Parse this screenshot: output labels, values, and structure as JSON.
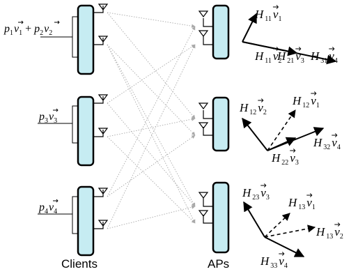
{
  "labels": {
    "clients": "Clients",
    "aps": "APs"
  },
  "client_inputs": [
    {
      "coeff_1": "p",
      "sub_1": "1",
      "vec_1": "v",
      "vsub_1": "1",
      "plus": "+",
      "coeff_2": "p",
      "sub_2": "2",
      "vec_2": "v",
      "vsub_2": "2"
    },
    {
      "coeff_1": "p",
      "sub_1": "3",
      "vec_1": "v",
      "vsub_1": "3"
    },
    {
      "coeff_1": "p",
      "sub_1": "4",
      "vec_1": "v",
      "vsub_1": "4"
    }
  ],
  "vector_labels": [
    {
      "h": "H",
      "hs": "11",
      "v": "v",
      "vs": "1"
    },
    {
      "h": "H",
      "hs": "11",
      "v": "v",
      "vs": "2"
    },
    {
      "h": "H",
      "hs": "21",
      "v": "v",
      "vs": "3"
    },
    {
      "h": "H",
      "hs": "31",
      "v": "v",
      "vs": "4"
    },
    {
      "h": "H",
      "hs": "12",
      "v": "v",
      "vs": "2"
    },
    {
      "h": "H",
      "hs": "12",
      "v": "v",
      "vs": "1"
    },
    {
      "h": "H",
      "hs": "22",
      "v": "v",
      "vs": "3"
    },
    {
      "h": "H",
      "hs": "32",
      "v": "v",
      "vs": "4"
    },
    {
      "h": "H",
      "hs": "23",
      "v": "v",
      "vs": "3"
    },
    {
      "h": "H",
      "hs": "13",
      "v": "v",
      "vs": "1"
    },
    {
      "h": "H",
      "hs": "13",
      "v": "v",
      "vs": "2"
    },
    {
      "h": "H",
      "hs": "33",
      "v": "v",
      "vs": "4"
    }
  ],
  "colors": {
    "device_fill": "#c6ecf2",
    "device_stroke": "#000000",
    "link_color": "#a9a9a9"
  }
}
